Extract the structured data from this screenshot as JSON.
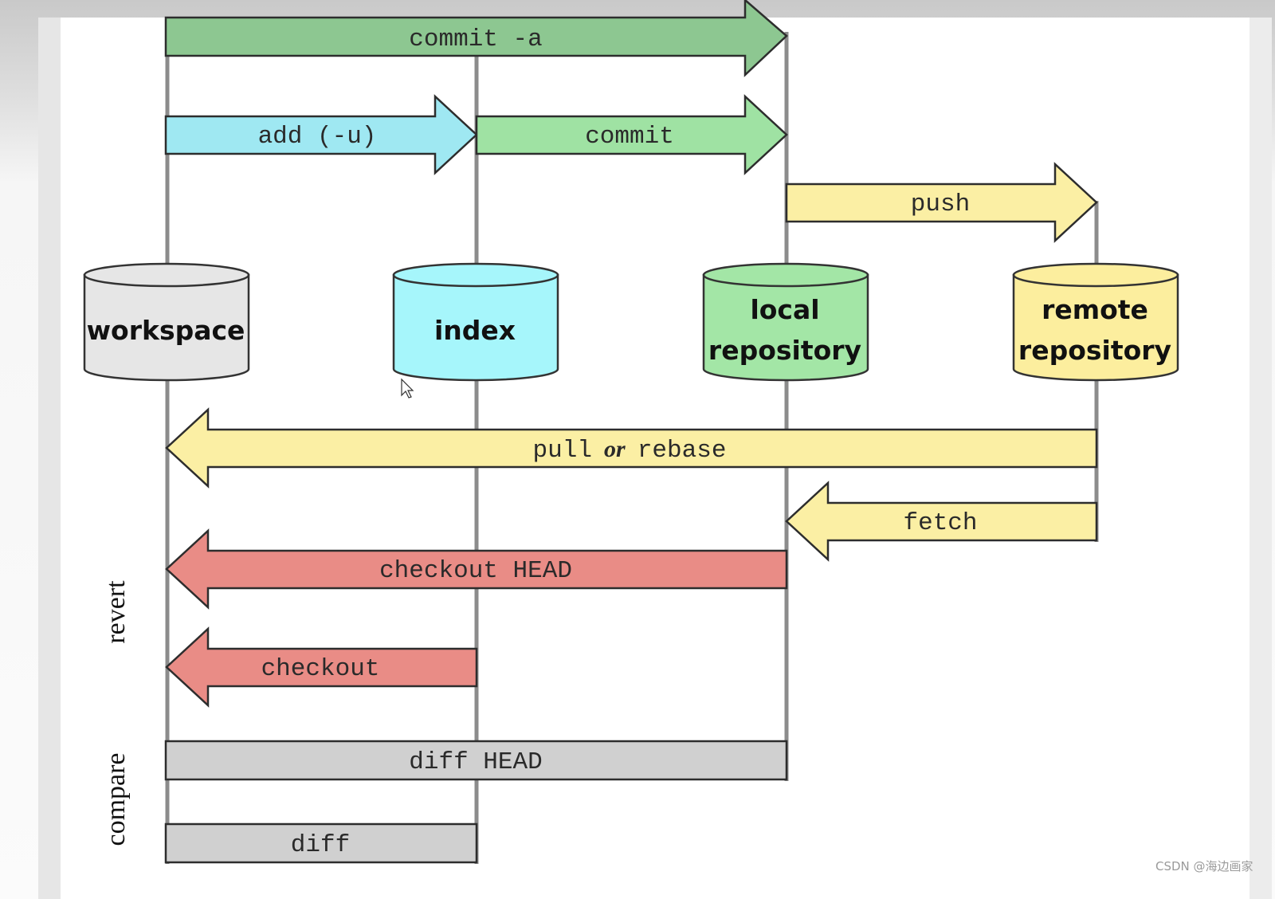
{
  "stores": {
    "workspace": {
      "label": "workspace",
      "color": "#e6e6e6"
    },
    "index": {
      "label": "index",
      "color": "#a6f6fb"
    },
    "local": {
      "line1": "local",
      "line2": "repository",
      "color": "#a3e6a6"
    },
    "remote": {
      "line1": "remote",
      "line2": "repository",
      "color": "#fcee9e"
    }
  },
  "arrows": {
    "commit_a": {
      "label": "commit -a",
      "color": "#8dc791"
    },
    "add": {
      "label": "add (-u)",
      "color": "#9fe8f2"
    },
    "commit": {
      "label": "commit",
      "color": "#9fe2a3"
    },
    "push": {
      "label": "push",
      "color": "#fbefa4"
    },
    "pull": {
      "label_a": "pull",
      "label_or": "or",
      "label_b": "rebase",
      "color": "#fbefa4"
    },
    "fetch": {
      "label": "fetch",
      "color": "#fbefa4"
    },
    "checkout_head": {
      "label": "checkout HEAD",
      "color": "#e98c86"
    },
    "checkout": {
      "label": "checkout",
      "color": "#e98c86"
    }
  },
  "bars": {
    "diff_head": {
      "label": "diff HEAD",
      "color": "#d0d0d0"
    },
    "diff": {
      "label": "diff",
      "color": "#d0d0d0"
    }
  },
  "side_labels": {
    "revert": "revert",
    "compare": "compare"
  },
  "watermark": "CSDN @海边画家"
}
